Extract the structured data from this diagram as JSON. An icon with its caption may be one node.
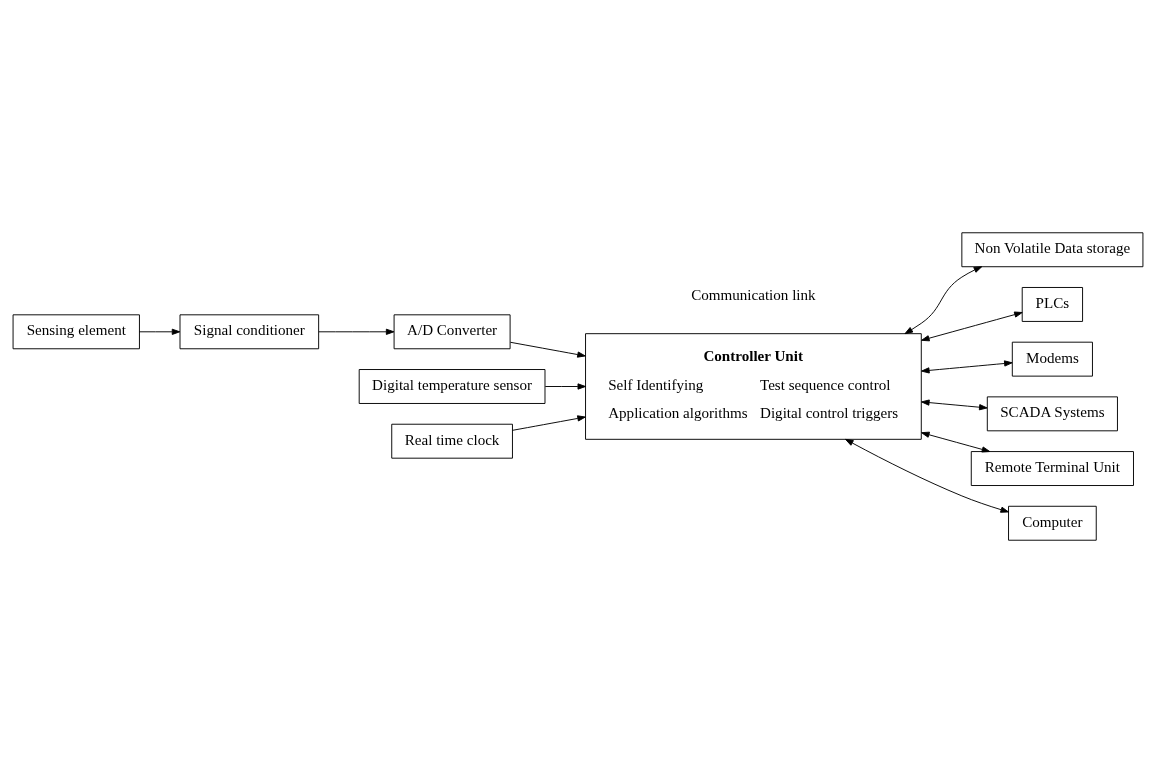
{
  "diagram": {
    "nodes": [
      {
        "text": [
          "Sensing element"
        ]
      },
      {
        "text": [
          "Signal conditioner"
        ]
      },
      {
        "text": [
          "A/D Converter"
        ]
      },
      {
        "text": [
          "Digital temperature sensor"
        ]
      },
      {
        "text": [
          "Real time clock"
        ]
      },
      {
        "text": [
          "Controller Unit",
          "Self Identifying",
          "Test sequence control",
          "Application algorithms",
          "Digital control triggers"
        ]
      },
      {
        "text": [
          "Non Volatile Data storage"
        ]
      },
      {
        "text": [
          "PLCs"
        ]
      },
      {
        "text": [
          "Modems"
        ]
      },
      {
        "text": [
          "SCADA Systems"
        ]
      },
      {
        "text": [
          "Remote Terminal Unit"
        ]
      },
      {
        "text": [
          "Computer"
        ]
      }
    ],
    "edges": [
      {
        "from": 0,
        "to": 1,
        "arrow": "to"
      },
      {
        "from": 1,
        "to": 2,
        "arrow": "to"
      },
      {
        "from": 2,
        "to": 5,
        "arrow": "to"
      },
      {
        "from": 3,
        "to": 5,
        "arrow": "to"
      },
      {
        "from": 4,
        "to": 5,
        "arrow": "to"
      },
      {
        "from": 5,
        "to": 6,
        "arrow": "both"
      },
      {
        "from": 5,
        "to": 7,
        "arrow": "both"
      },
      {
        "from": 5,
        "to": 8,
        "arrow": "both"
      },
      {
        "from": 5,
        "to": 9,
        "arrow": "both"
      },
      {
        "from": 5,
        "to": 10,
        "arrow": "both"
      },
      {
        "from": 5,
        "to": 11,
        "arrow": "both"
      }
    ],
    "labels": [
      "Communication link"
    ]
  }
}
